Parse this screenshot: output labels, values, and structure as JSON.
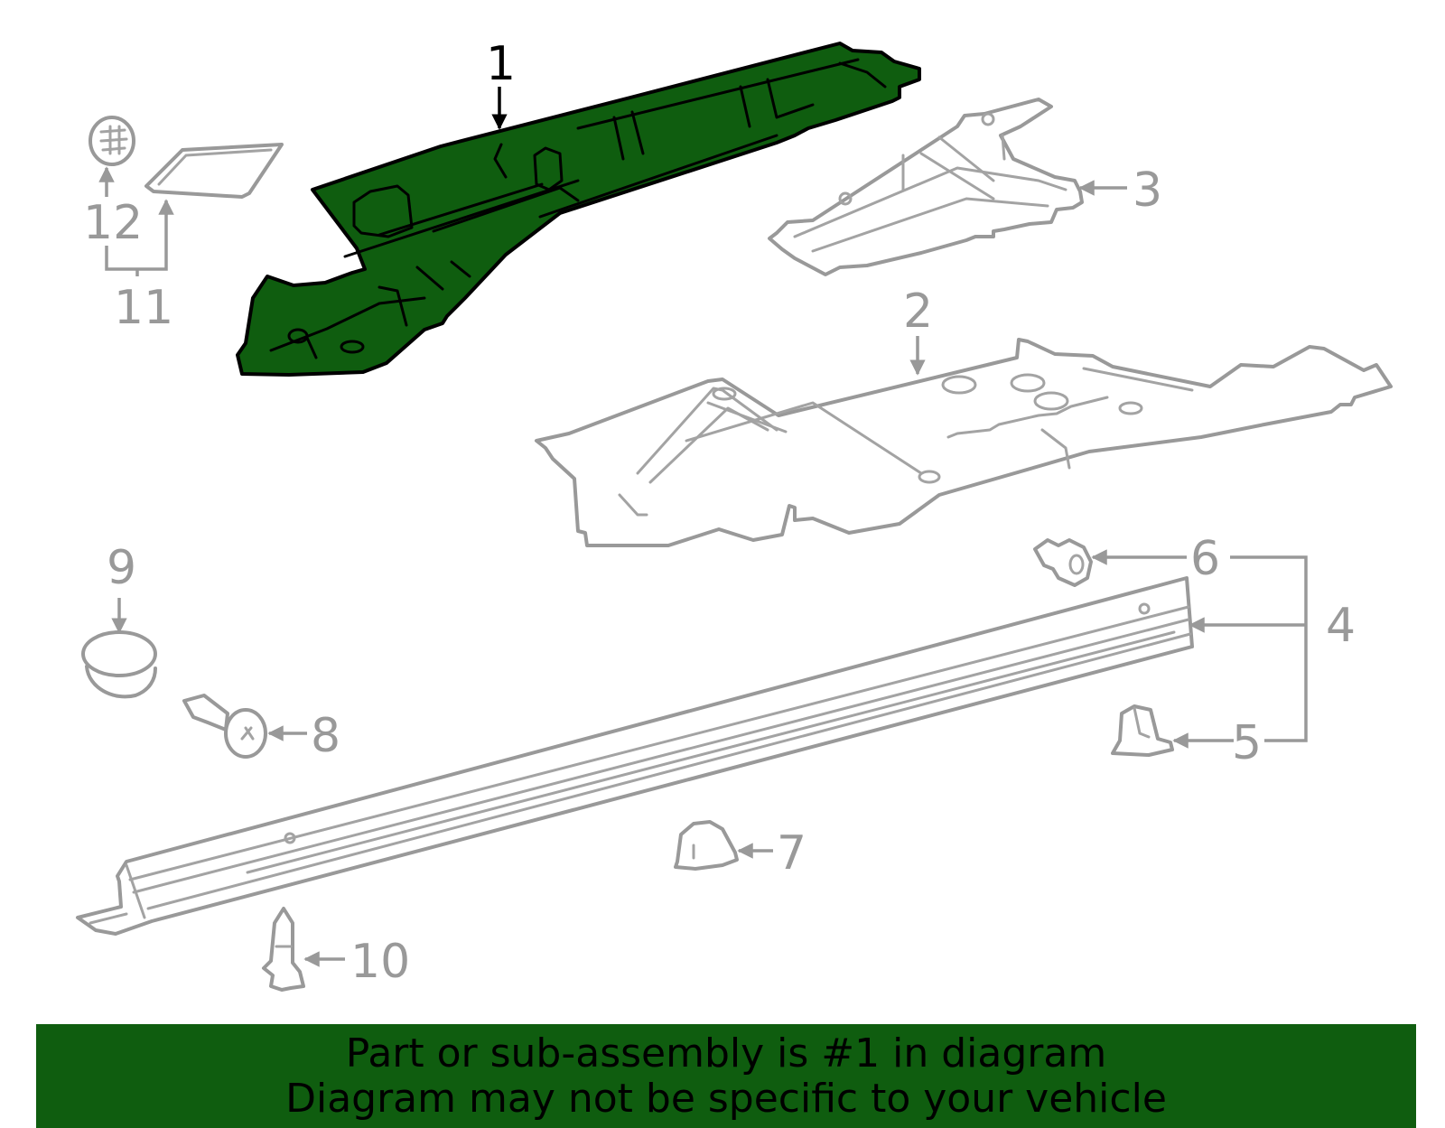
{
  "highlight": {
    "color": "#0f5d0f",
    "outline_color": "#000000",
    "part_callout": "1"
  },
  "diagram": {
    "line_color": "#999999",
    "callouts": {
      "c1": "1",
      "c2": "2",
      "c3": "3",
      "c4": "4",
      "c5": "5",
      "c6": "6",
      "c7": "7",
      "c8": "8",
      "c9": "9",
      "c10": "10",
      "c11": "11",
      "c12": "12"
    }
  },
  "banner": {
    "line1": "Part or sub-assembly is #1 in diagram",
    "line2": "Diagram may not be specific to your vehicle",
    "background": "#0f5d0f"
  }
}
